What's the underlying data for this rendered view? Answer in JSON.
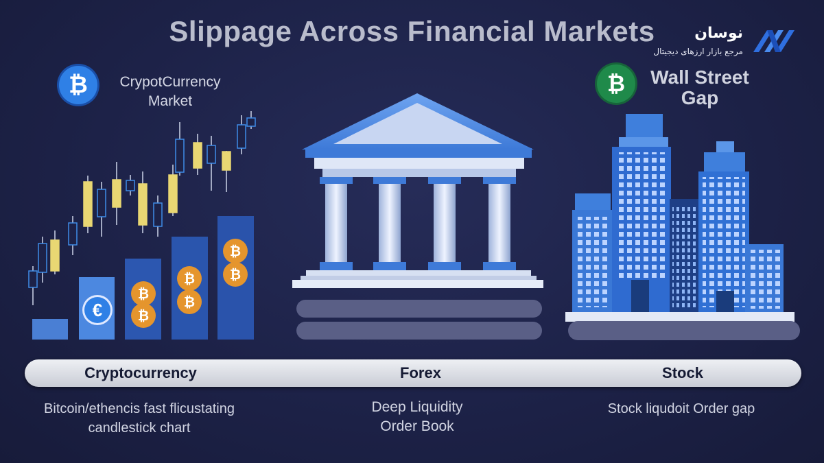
{
  "title": "Slippage Across Financial Markets",
  "brand": {
    "name": "نوسان",
    "tagline": "مرجع بازار ارزهای دیجیتال"
  },
  "crypto_panel": {
    "label_line1": "CrypotCurrency",
    "label_line2": "Market",
    "icon": "bitcoin-icon",
    "coin_symbol": "₿",
    "euro_symbol": "€"
  },
  "stock_panel": {
    "label_line1": "Wall Street",
    "label_line2": "Gap",
    "icon": "bitcoin-icon",
    "coin_symbol": "₿"
  },
  "categories": [
    {
      "label": "Cryptocurrency",
      "desc_line1": "Bitcoin/ethencis fast flicustating",
      "desc_line2": "candlestick chart"
    },
    {
      "label": "Forex",
      "desc_line1": "Deep Liquidity",
      "desc_line2": "Order Book"
    },
    {
      "label": "Stock",
      "desc_line1": "Stock liqudoit Order gap",
      "desc_line2": ""
    }
  ],
  "colors": {
    "background": "#1d2248",
    "accent_blue": "#3d7fd9",
    "candle_yellow": "#e9d773",
    "coin_orange": "#e5952d",
    "green_coin": "#1f8a4a"
  }
}
